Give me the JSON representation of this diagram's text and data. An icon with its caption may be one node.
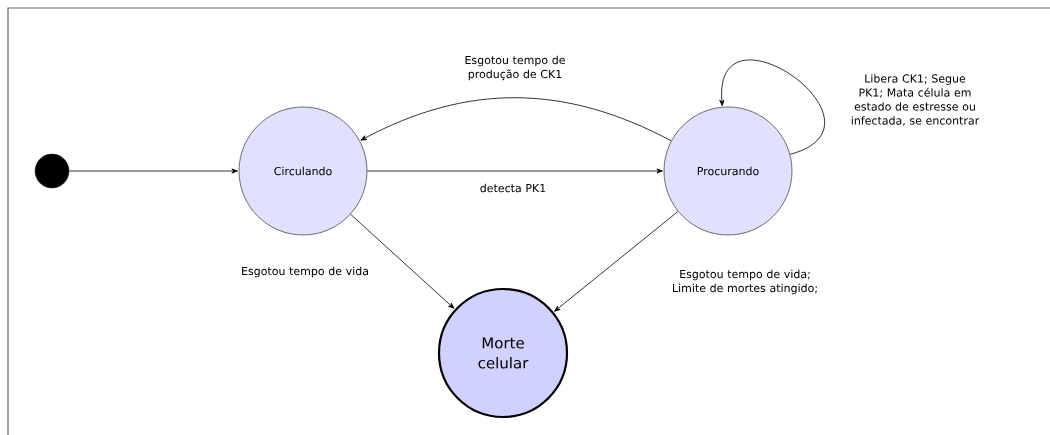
{
  "diagram": {
    "nodes": [
      {
        "text": [],
        "shape": "circle"
      },
      {
        "text": [
          "Circulando"
        ]
      },
      {
        "text": [
          "Procurando"
        ]
      },
      {
        "text": [
          "Morte celular"
        ]
      }
    ],
    "edges": [
      {
        "from": 0,
        "to": 1,
        "arrow": "to"
      },
      {
        "from": 1,
        "to": 2,
        "arrow": "to",
        "label": "detecta PK1"
      },
      {
        "from": 2,
        "to": 1,
        "arrow": "to",
        "label": "Esgotou tempo de produção de CK1"
      },
      {
        "from": 2,
        "to": 2,
        "arrow": "to",
        "label": "Libera CK1; Segue PK1; Mata célula em estado de estresse ou infectada, se encontrar"
      },
      {
        "from": 1,
        "to": 3,
        "arrow": "to",
        "label": "Esgotou tempo de vida"
      },
      {
        "from": 2,
        "to": 3,
        "arrow": "to",
        "label": "Esgotou tempo de vida; Limite de mortes atingido;"
      }
    ]
  }
}
